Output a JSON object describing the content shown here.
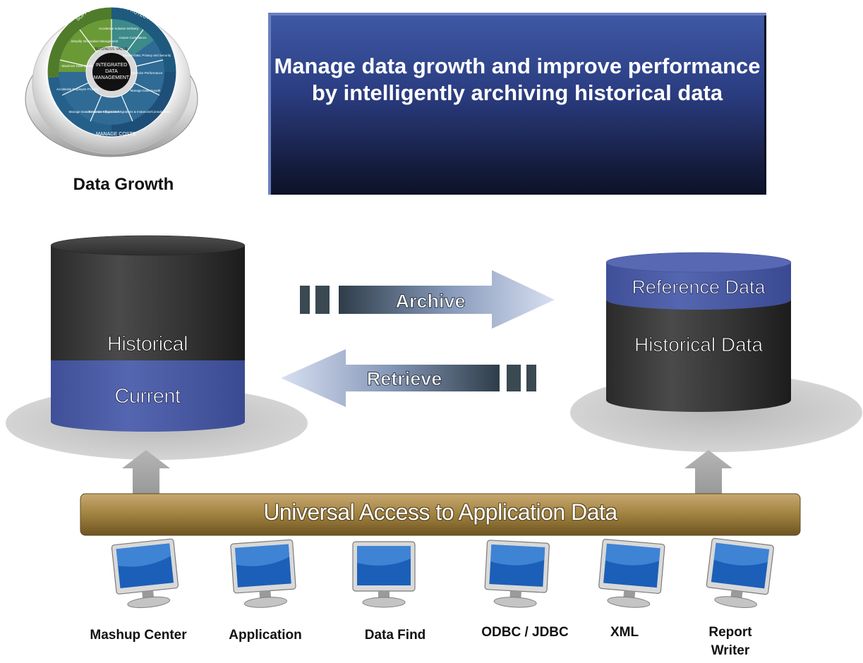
{
  "wheel": {
    "caption": "Data Growth",
    "center_lines": [
      "INTEGRATED",
      "DATA",
      "MANAGEMENT"
    ],
    "ring_labels": [
      "SUPPORT BUSINESS GROWTH",
      "PROTECT INFORMATION",
      "MANAGE COSTS"
    ],
    "inner_label": "BUSINESS VALUE",
    "segments": [
      "Simplify Information Management",
      "Accelerate Solution Delivery",
      "Assure Compliance",
      "Secure Data, Privacy and Security",
      "Optimize Performance",
      "Manage Data Growth",
      "Streamline Upgrades/Migrations & Instances/Consolidation",
      "Manage Data for Lower Efficiencies",
      "Accelerate Employee Process",
      "Maximize Data Quality"
    ],
    "colors": {
      "green": "#5e8a2d",
      "blue": "#1f5f86",
      "center": "#111111"
    }
  },
  "headline": {
    "text": "Manage data growth and improve performance by intelligently archiving historical data"
  },
  "left_db": {
    "top_label": "Historical",
    "bottom_label": "Current",
    "colors": {
      "dark": "#3a3a3a",
      "blue": "#4a5aa6"
    }
  },
  "right_db": {
    "top_label": "Reference Data",
    "body_label": "Historical Data"
  },
  "arrows": {
    "archive": "Archive",
    "retrieve": "Retrieve"
  },
  "access_bar": {
    "label": "Universal Access to Application Data",
    "color": "#a9864a"
  },
  "clients": [
    {
      "label": "Mashup Center"
    },
    {
      "label": "Application"
    },
    {
      "label": "Data Find"
    },
    {
      "label": "ODBC / JDBC"
    },
    {
      "label": "XML"
    },
    {
      "label": "Report Writer",
      "label_line1": "Report",
      "label_line2": "Writer"
    }
  ],
  "icons": {
    "client": "monitor-icon"
  }
}
